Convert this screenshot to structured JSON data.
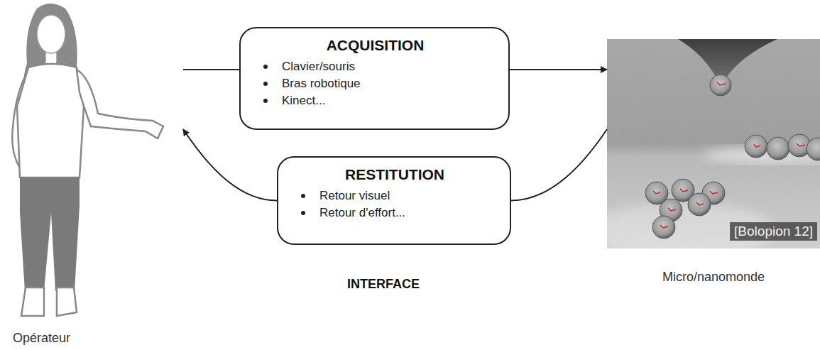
{
  "diagram": {
    "nodes": [
      {
        "text": [
          "Opérateur"
        ]
      },
      {
        "text": [
          "ACQUISITION",
          "Clavier/souris",
          "Bras robotique",
          "Kinect..."
        ]
      },
      {
        "text": [
          "RESTITUTION",
          "Retour visuel",
          "Retour d'effort..."
        ]
      },
      {
        "text": [
          "[Bolopion 12]",
          "Micro/nanomonde"
        ]
      }
    ],
    "edges": [
      {
        "from": 0,
        "to": 1,
        "arrow": "none"
      },
      {
        "from": 1,
        "to": 3,
        "arrow": "to"
      },
      {
        "from": 3,
        "to": 2,
        "arrow": "none"
      },
      {
        "from": 2,
        "to": 0,
        "arrow": "to"
      }
    ],
    "labels": [
      "INTERFACE"
    ]
  }
}
